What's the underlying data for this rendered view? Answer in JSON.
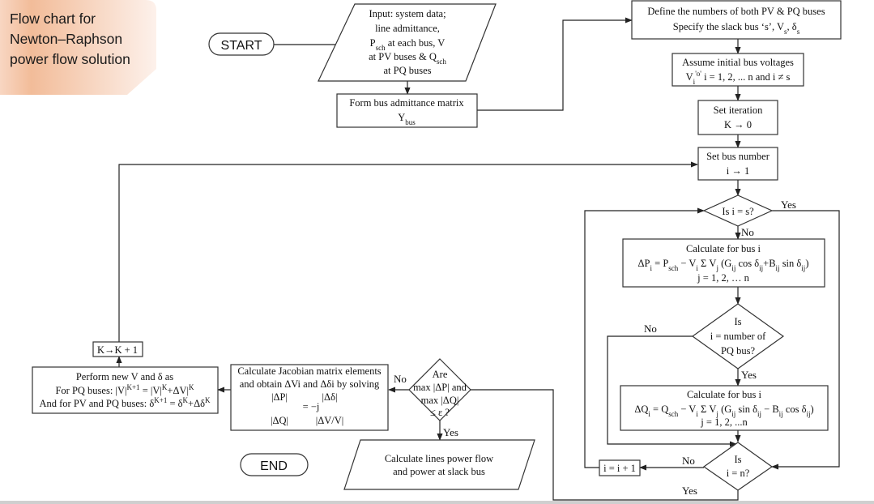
{
  "title": {
    "lines": [
      "Flow chart for",
      "Newton–Raphson",
      "power flow solution"
    ]
  },
  "colors": {
    "title_bg_dark": "#f2bc99",
    "title_bg_light": "#fdf1eb",
    "line": "#222222"
  },
  "nodes": {
    "start": "START",
    "end": "END",
    "input": [
      "Input: system data;",
      "line admittance,",
      "P_{sch} at each bus, V",
      "at PV buses & Q_{sch}",
      "at PQ buses"
    ],
    "form_ybus": [
      "Form bus admittance matrix",
      "Y_{bus}"
    ],
    "define": [
      "Define the numbers of both PV & PQ buses",
      "Specify the slack bus ‘s’, V_{s}, δ_{s}"
    ],
    "assume": [
      "Assume initial bus voltages",
      "V_{i}^{'o'} i = 1, 2, ... n and i ≠ s"
    ],
    "set_iteration": [
      "Set iteration",
      "K → 0"
    ],
    "set_bus": [
      "Set bus number",
      "i → 1"
    ],
    "is_slack": "Is i = s?",
    "calc_p": [
      "Calculate for bus i",
      "ΔP_{i} = P_{sch} − V_{i} Σ V_{j} (G_{ij} cos δ_{ij}+B_{ij} sin δ_{ij})",
      "j = 1, 2, … n"
    ],
    "is_pq": [
      "Is",
      "i = number of",
      "PQ bus?"
    ],
    "calc_q": [
      "Calculate for bus i",
      "ΔQ_{i} = Q_{sch} − V_{i} Σ V_{j} (G_{ij} sin δ_{ij} − B_{ij} cos δ_{ij})",
      "j = 1, 2, ...n"
    ],
    "is_n": [
      "Is",
      "i = n?"
    ],
    "increment_i": "i = i + 1",
    "increment_k": "K→K + 1",
    "perform": [
      "Perform new V and δ as",
      "For PQ buses: |V|^{K+1} = |V|^{K}+ΔV|^{K}",
      "And for PV and PQ buses: δ^{K+1} = δ^{K}+Δδ^{K}"
    ],
    "jacobian": {
      "lines": [
        "Calculate Jacobian matrix elements",
        "and obtain ΔVi and Δδi by solving"
      ],
      "dp": "|ΔP|",
      "dq": "|ΔQ|",
      "eq": "= −j",
      "ddelta": "|Δδ|",
      "dv": "|ΔV/V|"
    },
    "converged": [
      "Are",
      "max |ΔP| and",
      "max |ΔQ|",
      "≤ ε ?"
    ],
    "line_flow": [
      "Calculate lines power flow",
      "and power at slack bus"
    ]
  },
  "labels": {
    "slack_yes": "Yes",
    "slack_no": "No",
    "pq_no": "No",
    "pq_yes": "Yes",
    "n_no": "No",
    "n_yes": "Yes",
    "conv_no": "No",
    "conv_yes": "Yes"
  }
}
